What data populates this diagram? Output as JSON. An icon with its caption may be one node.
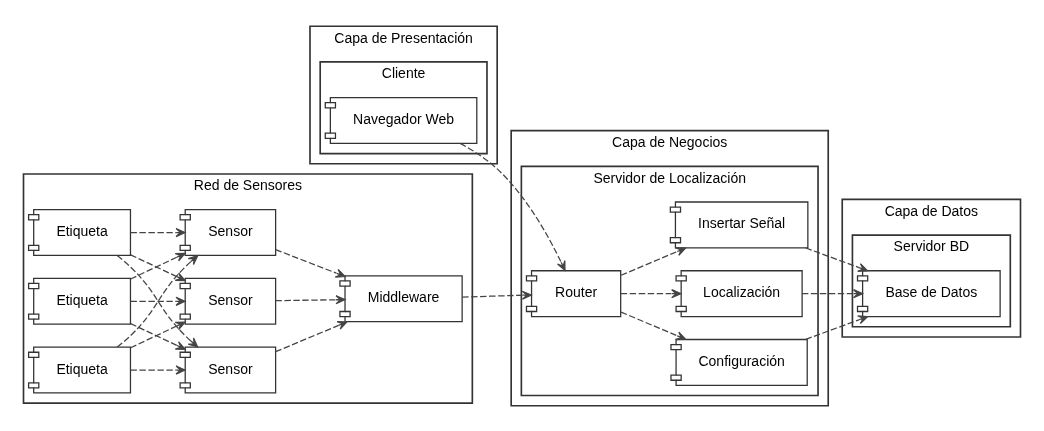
{
  "diagram": {
    "nodes": [
      {
        "text": [
          "Capa de Presentación"
        ]
      },
      {
        "text": [
          "Cliente"
        ],
        "in": 0
      },
      {
        "text": [
          "Navegador Web"
        ],
        "in": 1
      },
      {
        "text": [
          "Capa de Negocios"
        ]
      },
      {
        "text": [
          "Servidor de Localización"
        ],
        "in": 3
      },
      {
        "text": [
          "Router"
        ],
        "in": 4
      },
      {
        "text": [
          "Configuración"
        ],
        "in": 4
      },
      {
        "text": [
          "Localización"
        ],
        "in": 4
      },
      {
        "text": [
          "Insertar Señal"
        ],
        "in": 4
      },
      {
        "text": [
          "Capa de Datos"
        ]
      },
      {
        "text": [
          "Servidor BD"
        ],
        "in": 9
      },
      {
        "text": [
          "Base de Datos"
        ],
        "in": 10
      },
      {
        "text": [
          "Red de Sensores"
        ]
      },
      {
        "text": [
          "Middleware"
        ],
        "in": 12
      },
      {
        "text": [
          "Sensor"
        ],
        "in": 12
      },
      {
        "text": [
          "Sensor"
        ],
        "in": 12
      },
      {
        "text": [
          "Sensor"
        ],
        "in": 12
      },
      {
        "text": [
          "Etiqueta"
        ],
        "in": 12
      },
      {
        "text": [
          "Etiqueta"
        ],
        "in": 12
      },
      {
        "text": [
          "Etiqueta"
        ],
        "in": 12
      }
    ],
    "edges": [
      {
        "from": 2,
        "to": 5,
        "arrow": "to",
        "style": "dashed"
      },
      {
        "from": 5,
        "to": 6,
        "arrow": "to",
        "style": "dashed"
      },
      {
        "from": 5,
        "to": 7,
        "arrow": "to",
        "style": "dashed"
      },
      {
        "from": 5,
        "to": 8,
        "arrow": "to",
        "style": "dashed"
      },
      {
        "from": 6,
        "to": 11,
        "arrow": "to",
        "style": "dashed"
      },
      {
        "from": 7,
        "to": 11,
        "arrow": "to",
        "style": "dashed"
      },
      {
        "from": 8,
        "to": 11,
        "arrow": "to",
        "style": "dashed"
      },
      {
        "from": 13,
        "to": 5,
        "arrow": "to",
        "style": "dashed"
      },
      {
        "from": 14,
        "to": 13,
        "arrow": "to",
        "style": "dashed"
      },
      {
        "from": 15,
        "to": 13,
        "arrow": "to",
        "style": "dashed"
      },
      {
        "from": 16,
        "to": 13,
        "arrow": "to",
        "style": "dashed"
      },
      {
        "from": 17,
        "to": 14,
        "arrow": "to",
        "style": "dashed"
      },
      {
        "from": 17,
        "to": 15,
        "arrow": "to",
        "style": "dashed"
      },
      {
        "from": 17,
        "to": 16,
        "arrow": "to",
        "style": "dashed"
      },
      {
        "from": 18,
        "to": 14,
        "arrow": "to",
        "style": "dashed"
      },
      {
        "from": 18,
        "to": 15,
        "arrow": "to",
        "style": "dashed"
      },
      {
        "from": 18,
        "to": 16,
        "arrow": "to",
        "style": "dashed"
      },
      {
        "from": 19,
        "to": 14,
        "arrow": "to",
        "style": "dashed"
      },
      {
        "from": 19,
        "to": 15,
        "arrow": "to",
        "style": "dashed"
      },
      {
        "from": 19,
        "to": 16,
        "arrow": "to",
        "style": "dashed"
      }
    ]
  }
}
